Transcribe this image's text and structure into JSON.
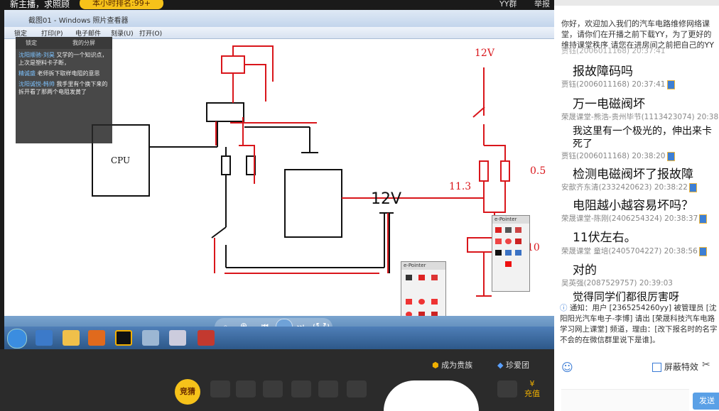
{
  "topbar": {
    "live_label": "新主播，求照顾",
    "rank_label": "本小时排名:99+",
    "right_a": "YY群",
    "right_b": "举报"
  },
  "viewer": {
    "title": "截图01 - Windows 照片查看器",
    "toolbar": [
      "锁定",
      "打印(P)",
      "电子邮件",
      "刻录(U)",
      "打开(O)"
    ],
    "overlay": {
      "bar": [
        "锁定",
        "我的分屏"
      ],
      "messages": [
        {
          "nick": "沈阳顺驰-刘昊",
          "text": "又学的一个知识点，上次是塑料卡子断，"
        },
        {
          "nick": "精诚盛",
          "text": "老师拆下取样电阻的意思"
        },
        {
          "nick": "沈阳诚悦-韩帅",
          "text": "我手里有个换下来的拆开看了那两个电阻发黄了"
        }
      ]
    },
    "diagram": {
      "cpu_label": "CPU",
      "voltage_top": "12V",
      "voltage_mid": "12V",
      "label_113": "11.3",
      "label_05": "0.5",
      "label_10": "10"
    },
    "epointer": {
      "title": "e-Pointer",
      "size_value": "30"
    }
  },
  "bottom": {
    "guardian": "成为贵族",
    "treasure": "珍爱团",
    "recharge": "充值",
    "guess": "竞猜"
  },
  "chat": {
    "notice": "你好，欢迎加入我们的汽车电路维修网络课堂，请你们在开播之前下载YY，为了更好的维持课堂秩序 请您在进房间之前把自己的YY",
    "items": [
      {
        "meta": "贾钰(2006011168)  20:37:41",
        "text": "报故障码吗"
      },
      {
        "meta": "贾钰(2006011168)  20:37:41",
        "text": "万一电磁阀坏"
      },
      {
        "meta": "荣晟课堂-熊浩-贵州毕节(1113423074)  20:38:1",
        "text": "我这里有一个极光的，伸出来卡死了"
      },
      {
        "meta": "贾钰(2006011168)  20:38:20",
        "text": "检测电磁阀坏了报故障"
      },
      {
        "meta": "安歆齐东清(2332420623)  20:38:22",
        "text": "电阻越小越容易坏吗？"
      },
      {
        "meta": "荣晟课堂-陈刚(2406254324)  20:38:37",
        "text": "11伏左右。"
      },
      {
        "meta": "荣晟课堂      童培(2405704227)  20:38:56",
        "text": "对的"
      },
      {
        "meta": "吴英强(2087529757)  20:39:03",
        "text": "觉得同学们都很厉害呀"
      }
    ],
    "system_notice": "通知：用户 [2365254260yy] 被管理员 [沈阳阳光汽车电子-李博] 请出 [荣晟科技汽车电路学习网上课堂] 频道，理由：[改下报名时的名字 不会的在微信群里说下是谁]。",
    "shield_label": "屏蔽特效",
    "send_label": "发送"
  }
}
